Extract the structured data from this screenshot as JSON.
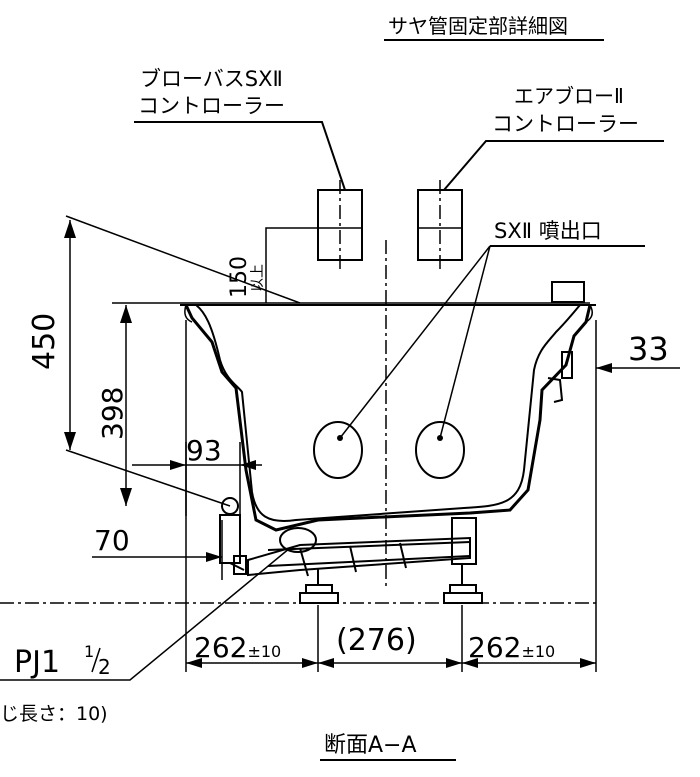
{
  "labels": {
    "sleeve_detail": "サヤ管固定部詳細図",
    "blow_bath_line1": "ブローバスSXⅡ",
    "blow_bath_line2": "コントローラー",
    "air_blow_line1": "エアブローⅡ",
    "air_blow_line2": "コントローラー",
    "sx_outlet": "SXⅡ 噴出口",
    "dim_150": "150",
    "dim_150_note": "以上",
    "dim_450": "450",
    "dim_398": "398",
    "dim_93": "93",
    "dim_70": "70",
    "dim_33": "33",
    "pj_main": "PJ1",
    "pj_num": "1",
    "pj_den": "2",
    "dim_262_left": "262",
    "dim_262_left_tol": "±10",
    "dim_276": "(276)",
    "dim_262_right": "262",
    "dim_262_right_tol": "±10",
    "thread_note": "じ長さ：10)",
    "section_title": "断面A−A"
  }
}
